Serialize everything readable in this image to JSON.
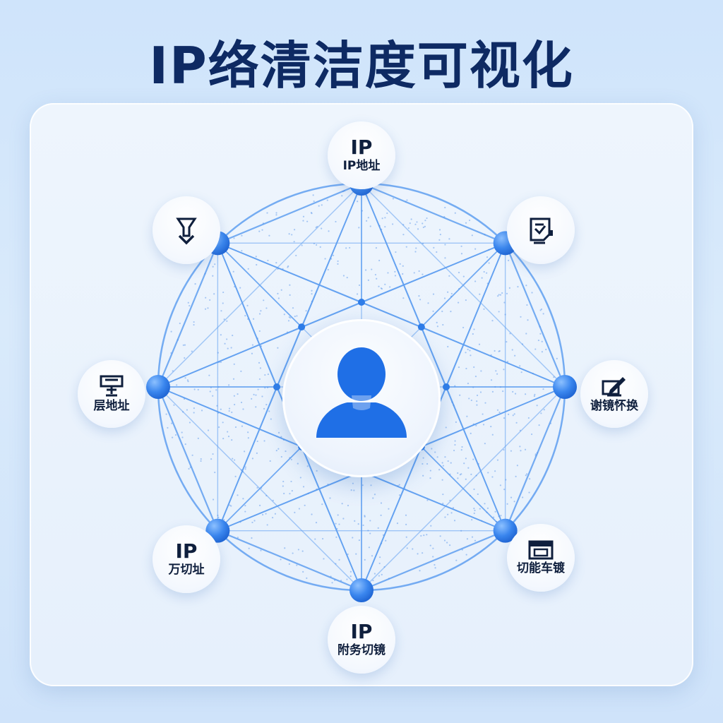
{
  "title": "IP络清洁度可视化",
  "colors": {
    "title": "#0e2a63",
    "accent": "#2f7de8",
    "line": "#5f9ff0",
    "icon_dark": "#0f1f3d",
    "user_icon": "#1f6fe6"
  },
  "center": {
    "icon": "user-avatar-icon"
  },
  "nodes": [
    {
      "id": "top",
      "big": "IP",
      "label": "IP地址"
    },
    {
      "id": "upper-right",
      "icon": "document-screen-icon",
      "label": ""
    },
    {
      "id": "right",
      "icon": "pencil-edit-icon",
      "label": "谢镜怀换"
    },
    {
      "id": "lower-right",
      "icon": "window-tray-icon",
      "label": "切能车镀"
    },
    {
      "id": "bottom",
      "big": "IP",
      "label": "附务切镜"
    },
    {
      "id": "lower-left",
      "big": "IP",
      "label": "万切址"
    },
    {
      "id": "left",
      "icon": "monitor-stand-icon",
      "label": "层地址"
    },
    {
      "id": "upper-left",
      "icon": "funnel-download-icon",
      "label": ""
    }
  ]
}
